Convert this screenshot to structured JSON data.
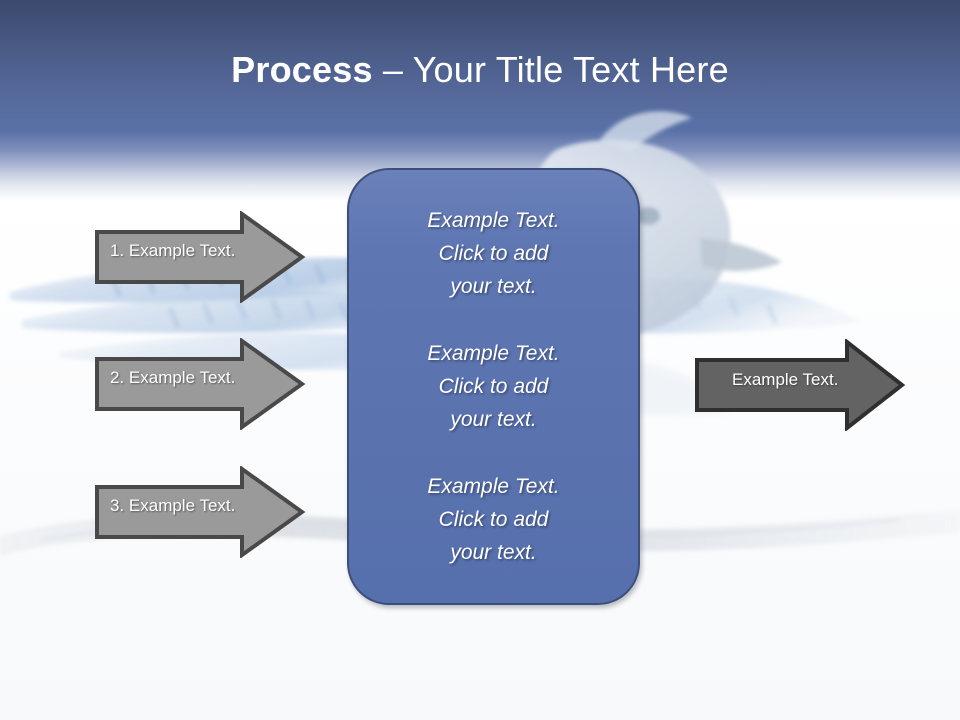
{
  "slide": {
    "title_strong": "Process",
    "title_rest": " – Your Title Text Here",
    "title_full": "Process – Your Title Text Here"
  },
  "colors": {
    "header_top": "#3b4a6d",
    "header_mid": "#5870a5",
    "center_box_fill": "#5e78b4",
    "center_box_border": "#3d4f78",
    "input_arrow_fill": "#9a9a9a",
    "input_arrow_border": "#494949",
    "output_arrow_fill": "#636363",
    "output_arrow_border": "#2f2f2f",
    "text_light": "#ffffff"
  },
  "input_arrows": [
    {
      "label": "1. Example Text."
    },
    {
      "label": "2. Example Text."
    },
    {
      "label": "3. Example Text."
    }
  ],
  "center_box": {
    "blocks": [
      {
        "line1": "Example Text.",
        "line2": "Click  to add",
        "line3": "your text."
      },
      {
        "line1": "Example Text.",
        "line2": "Click  to add",
        "line3": "your text."
      },
      {
        "line1": "Example Text.",
        "line2": "Click  to add",
        "line3": "your text."
      }
    ]
  },
  "output_arrow": {
    "label": "Example Text."
  },
  "background": {
    "watermark_name": "blue-jay-on-branch-watermark"
  }
}
